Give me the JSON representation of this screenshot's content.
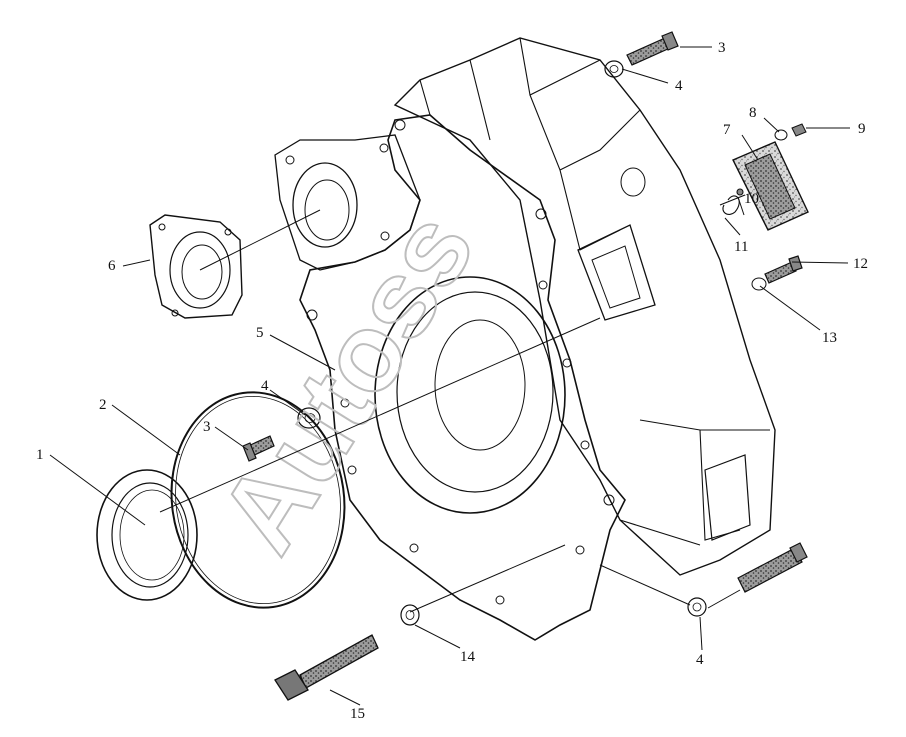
{
  "diagram": {
    "watermark": "Autoss",
    "callouts": [
      {
        "id": "c1",
        "label": "1"
      },
      {
        "id": "c2",
        "label": "2"
      },
      {
        "id": "c3a",
        "label": "3"
      },
      {
        "id": "c3b",
        "label": "3"
      },
      {
        "id": "c4a",
        "label": "4"
      },
      {
        "id": "c4b",
        "label": "4"
      },
      {
        "id": "c4c",
        "label": "4"
      },
      {
        "id": "c5",
        "label": "5"
      },
      {
        "id": "c6",
        "label": "6"
      },
      {
        "id": "c7",
        "label": "7"
      },
      {
        "id": "c8",
        "label": "8"
      },
      {
        "id": "c9",
        "label": "9"
      },
      {
        "id": "c10",
        "label": "10"
      },
      {
        "id": "c11",
        "label": "11"
      },
      {
        "id": "c12",
        "label": "12"
      },
      {
        "id": "c13",
        "label": "13"
      },
      {
        "id": "c14",
        "label": "14"
      },
      {
        "id": "c15",
        "label": "15"
      }
    ]
  }
}
